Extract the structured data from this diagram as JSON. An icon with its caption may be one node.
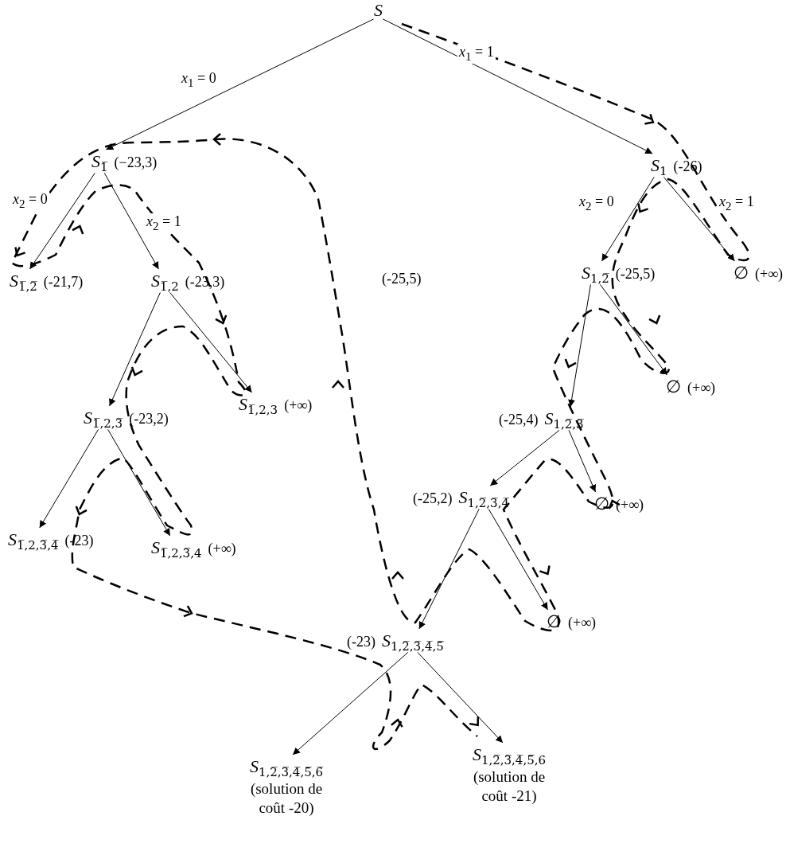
{
  "diagram": {
    "nodes": [
      {
        "text": [
          "*S*"
        ]
      },
      {
        "text": [
          "*S*$_{1̅}$"
        ],
        "beside": [
          "(−23,3)"
        ]
      },
      {
        "text": [
          "*S*$_{1}$"
        ],
        "beside": [
          "(-26)"
        ]
      },
      {
        "text": [
          "*S*$_{1̅,2̅}$"
        ],
        "beside": [
          "(-21,7)"
        ]
      },
      {
        "text": [
          "*S*$_{1̅,2}$"
        ],
        "beside": [
          "(-23,3)"
        ]
      },
      {
        "text": [
          "*S*$_{1,2̅}$"
        ],
        "beside": [
          "(-25,5)"
        ]
      },
      {
        "text": [
          "∅"
        ],
        "beside": [
          "(+∞)"
        ]
      },
      {
        "text": [
          "*S*$_{1̅,2,3}$"
        ],
        "beside": [
          "(+∞)"
        ]
      },
      {
        "text": [
          "*S*$_{1̅,2,3̅}$"
        ],
        "beside": [
          "(-23,2)"
        ]
      },
      {
        "text": [
          "∅"
        ],
        "beside": [
          "(+∞)"
        ]
      },
      {
        "text": [
          "*S*$_{1,2̅,3̅}$"
        ],
        "beside": [
          "(-25,4)"
        ]
      },
      {
        "text": [
          "*S*$_{1̅,2,3̅,4̅}$"
        ],
        "beside": [
          "(-23)"
        ]
      },
      {
        "text": [
          "*S*$_{1̅,2,3̅,4}$"
        ],
        "beside": [
          "(+∞)"
        ]
      },
      {
        "text": [
          "∅"
        ],
        "beside": [
          "(+∞)"
        ]
      },
      {
        "text": [
          "*S*$_{1,2̅,3̅,4̅}$"
        ],
        "beside": [
          "(-25,2)"
        ]
      },
      {
        "text": [
          "∅"
        ],
        "beside": [
          "(+∞)"
        ]
      },
      {
        "text": [
          "*S*$_{1,2̅,3̅,4̅,5̅}$"
        ],
        "beside": [
          "(-23)"
        ]
      },
      {
        "text": [
          "*S*$_{1,2̅,3̅,4̅,5̅,6̅}$"
        ],
        "beside": [
          "(solution de coût -20)"
        ]
      },
      {
        "text": [
          "*S*$_{1,2̅,3̅,4̅,5̅,6}$"
        ],
        "beside": [
          "(solution de coût -21)"
        ]
      }
    ],
    "edges": [
      {
        "from": 0,
        "to": 1,
        "arrow": "to",
        "label": "*x*$_{1}$ = 0"
      },
      {
        "from": 0,
        "to": 2,
        "arrow": "to",
        "label": "*x*$_{1}$ = 1"
      },
      {
        "from": 1,
        "to": 3,
        "arrow": "to",
        "label": "*x*$_{2}$ = 0"
      },
      {
        "from": 1,
        "to": 4,
        "arrow": "to",
        "label": "*x*$_{2}$ = 1"
      },
      {
        "from": 2,
        "to": 5,
        "arrow": "to",
        "label": "*x*$_{2}$ = 0"
      },
      {
        "from": 2,
        "to": 6,
        "arrow": "to",
        "label": "*x*$_{2}$ = 1"
      },
      {
        "from": 4,
        "to": 8,
        "arrow": "to"
      },
      {
        "from": 4,
        "to": 7,
        "arrow": "to"
      },
      {
        "from": 5,
        "to": 10,
        "arrow": "to"
      },
      {
        "from": 5,
        "to": 9,
        "arrow": "to"
      },
      {
        "from": 8,
        "to": 11,
        "arrow": "to"
      },
      {
        "from": 8,
        "to": 12,
        "arrow": "to"
      },
      {
        "from": 10,
        "to": 14,
        "arrow": "to"
      },
      {
        "from": 10,
        "to": 13,
        "arrow": "to"
      },
      {
        "from": 14,
        "to": 16,
        "arrow": "to"
      },
      {
        "from": 14,
        "to": 15,
        "arrow": "to"
      },
      {
        "from": 16,
        "to": 17,
        "arrow": "to"
      },
      {
        "from": 16,
        "to": 18,
        "arrow": "to"
      }
    ],
    "labels": [
      "(-25,5)"
    ]
  }
}
